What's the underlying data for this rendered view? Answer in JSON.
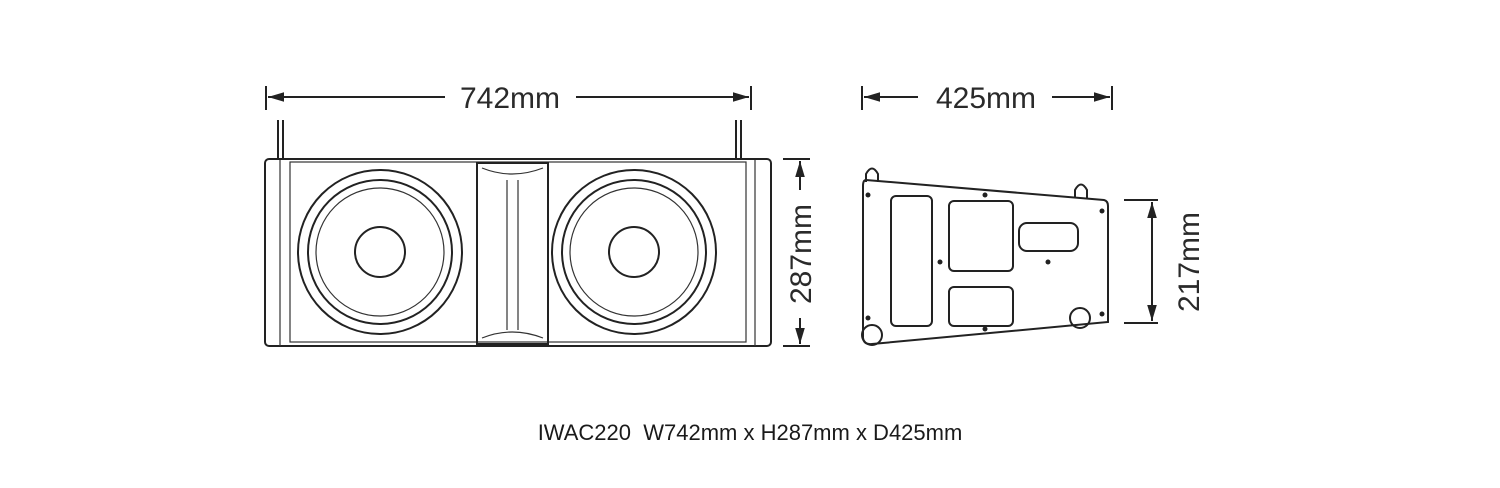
{
  "dimensions": {
    "front_width": "742mm",
    "front_height": "287mm",
    "side_depth": "425mm",
    "side_height": "217mm"
  },
  "caption": "IWAC220  W742mm x H287mm x D425mm",
  "colors": {
    "line": "#222222",
    "background": "#ffffff"
  }
}
